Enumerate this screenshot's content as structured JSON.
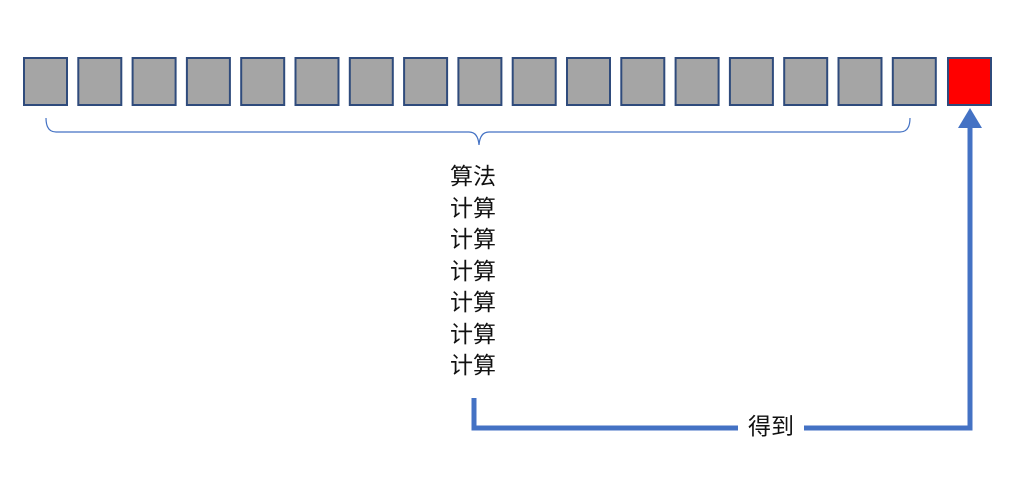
{
  "cells": {
    "gray_count": 17,
    "gray_color": "#A5A5A5",
    "result_color": "#FF0000",
    "border_color": "#2F4B7C"
  },
  "steps": [
    "算法",
    "计算",
    "计算",
    "计算",
    "计算",
    "计算",
    "计算"
  ],
  "arrow": {
    "label": "得到",
    "color": "#4472C4"
  }
}
